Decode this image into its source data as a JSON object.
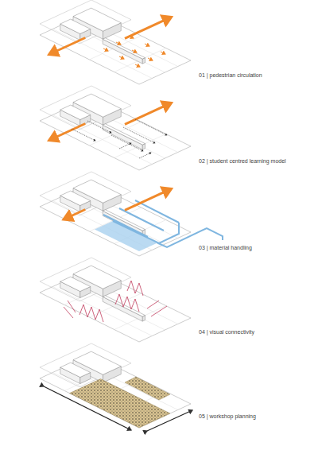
{
  "diagram": {
    "labels": [
      "01 | pedestrian circulation",
      "02 | student centred learning model",
      "03 | material handling",
      "04 | visual connectivity",
      "05 | workshop planning"
    ]
  }
}
